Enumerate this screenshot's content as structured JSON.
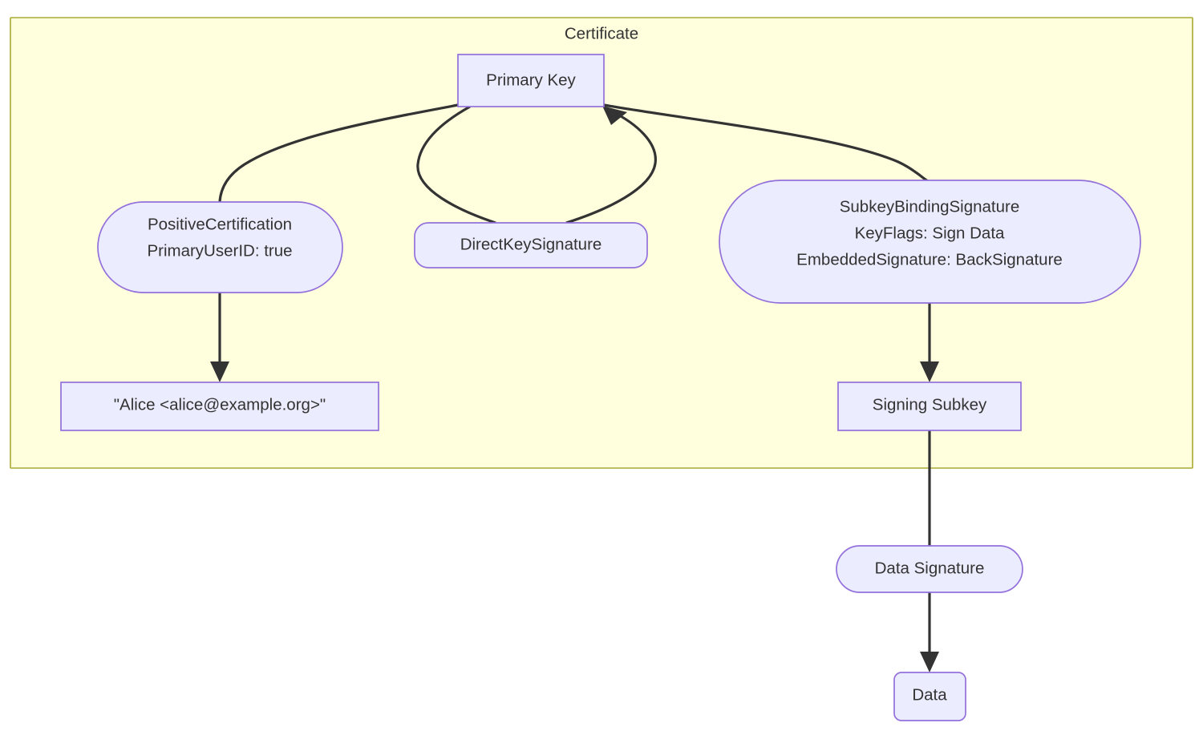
{
  "diagram": {
    "type": "flowchart",
    "background": "#ffffff",
    "theme": {
      "node_fill": "#ececff",
      "node_stroke": "#9370db",
      "edge_color": "#333333",
      "text_color": "#333333",
      "cluster_fill": "#ffffde",
      "cluster_stroke": "#aaaa33"
    },
    "cluster": {
      "label": "Certificate"
    },
    "nodes": [
      {
        "id": "primary-key",
        "shape": "rect",
        "lines": [
          "Primary Key"
        ]
      },
      {
        "id": "positive-certification",
        "shape": "stadium",
        "lines": [
          "PositiveCertification",
          "PrimaryUserID: true"
        ],
        "line1": "PositiveCertification",
        "line2": "PrimaryUserID: true"
      },
      {
        "id": "direct-key-signature",
        "shape": "rounded",
        "lines": [
          "DirectKeySignature"
        ],
        "line1": "DirectKeySignature"
      },
      {
        "id": "subkey-binding-signature",
        "shape": "stadium",
        "lines": [
          "SubkeyBindingSignature",
          "KeyFlags: Sign Data",
          "EmbeddedSignature: BackSignature"
        ],
        "line1": "SubkeyBindingSignature",
        "line2": "KeyFlags: Sign Data",
        "line3": "EmbeddedSignature: BackSignature"
      },
      {
        "id": "user-id",
        "shape": "rect",
        "lines": [
          "\"Alice <alice@example.org>\""
        ],
        "line1": "\"Alice <alice@example.org>\""
      },
      {
        "id": "signing-subkey",
        "shape": "rect",
        "lines": [
          "Signing Subkey"
        ],
        "line1": "Signing Subkey"
      },
      {
        "id": "data-signature",
        "shape": "stadium",
        "lines": [
          "Data Signature"
        ],
        "line1": "Data Signature"
      },
      {
        "id": "data",
        "shape": "rounded",
        "lines": [
          "Data"
        ],
        "line1": "Data"
      }
    ],
    "edges": [
      {
        "from": "primary-key",
        "to": "positive-certification",
        "arrow": false
      },
      {
        "from": "primary-key",
        "to": "direct-key-signature",
        "arrow": false
      },
      {
        "from": "direct-key-signature",
        "to": "primary-key",
        "arrow": true
      },
      {
        "from": "primary-key",
        "to": "subkey-binding-signature",
        "arrow": false
      },
      {
        "from": "positive-certification",
        "to": "user-id",
        "arrow": true
      },
      {
        "from": "subkey-binding-signature",
        "to": "signing-subkey",
        "arrow": true
      },
      {
        "from": "signing-subkey",
        "to": "data-signature",
        "arrow": false
      },
      {
        "from": "data-signature",
        "to": "data",
        "arrow": true
      }
    ]
  }
}
